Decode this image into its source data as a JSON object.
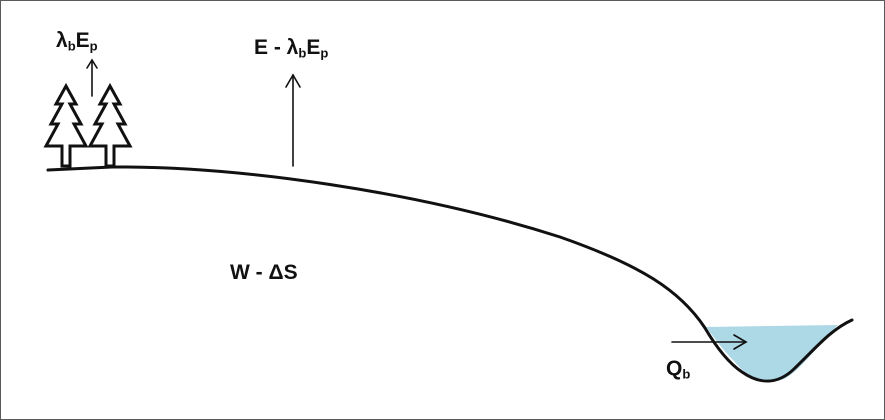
{
  "labels": {
    "vegetation_evap": {
      "symbol": "λ",
      "sub1": "b",
      "mid": "E",
      "sub2": "p"
    },
    "soil_evap": {
      "prefix": "E - ",
      "symbol": "λ",
      "sub1": "b",
      "mid": "E",
      "sub2": "p"
    },
    "storage": {
      "text": "W - ΔS"
    },
    "baseflow": {
      "symbol": "Q",
      "sub": "b"
    }
  },
  "icons": {
    "trees": "pine-tree-icon",
    "arrows": "up-arrow-icon"
  },
  "colors": {
    "stroke": "#111111",
    "water": "#add8e6",
    "border": "#5a5a5a",
    "background": "#ffffff"
  }
}
